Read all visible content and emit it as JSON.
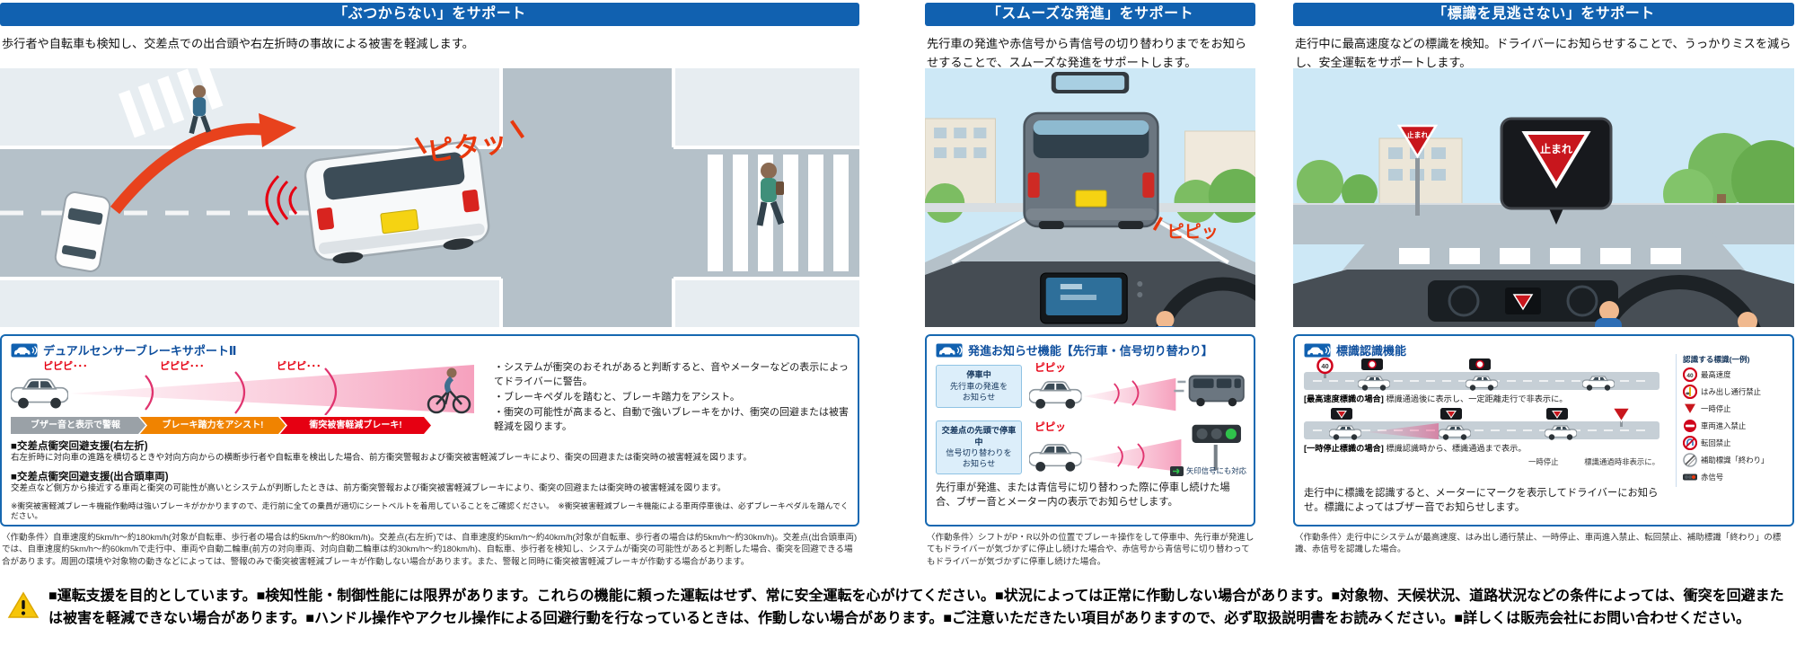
{
  "meta": {
    "accent_blue": "#1161b0",
    "alert_red": "#e60012",
    "assist_orange": "#f08300"
  },
  "col1": {
    "header": "「ぶつからない」をサポート",
    "description": "歩行者や自転車も検知し、交差点での出合頭や右左折時の事故による被害を軽減します。",
    "illus": {
      "pita": "ピタッ"
    },
    "box": {
      "title": "デュアルセンサーブレーキサポートⅡ",
      "beep1": "ピピピ･･･",
      "beep2": "ピピピ･･･",
      "beep3": "ピピピ･･･",
      "stage1": "ブザー音と表示で警報",
      "stage2": "ブレーキ踏力をアシスト!",
      "stage3": "衝突被害軽減ブレーキ!",
      "bullet1": "・システムが衝突のおそれがあると判断すると、音やメーターなどの表示によってドライバーに警告。",
      "bullet2": "・ブレーキペダルを踏むと、ブレーキ踏力をアシスト。",
      "bullet3": "・衝突の可能性が高まると、自動で強いブレーキをかけ、衝突の回避または被害軽減を図ります。",
      "sec1_h": "■交差点衝突回避支援(右左折)",
      "sec1_b": "右左折時に対向車の進路を横切るときや対向方向からの横断歩行者や自転車を検出した場合、前方衝突警報および衝突被害軽減ブレーキにより、衝突の回避または衝突時の被害軽減を図ります。",
      "sec2_h": "■交差点衝突回避支援(出合頭車両)",
      "sec2_b": "交差点など側方から接近する車両と衝突の可能性が高いとシステムが判断したときは、前方衝突警報および衝突被害軽減ブレーキにより、衝突の回避または衝突時の被害軽減を図ります。",
      "note": "※衝突被害軽減ブレーキ機能作動時は強いブレーキがかかりますので、走行前に全ての乗員が適切にシートベルトを着用していることをご確認ください。　※衝突被害軽減ブレーキ機能による車両停車後は、必ずブレーキペダルを踏んでください。"
    },
    "fine_print": "〈作動条件〉自車速度約5km/h～約180km/h(対象が自転車、歩行者の場合は約5km/h～約80km/h)。交差点(右左折)では、自車速度約5km/h～約40km/h(対象が自転車、歩行者の場合は約5km/h～約30km/h)。交差点(出合頭車両)では、自車速度約5km/h～約60km/hで走行中、車両や自動二輪車(前方の対向車両、対向自動二輪車は約30km/h～約180km/h)、自転車、歩行者を検知し、システムが衝突の可能性があると判断した場合、衝突を回避できる場合があります。周囲の環境や対象物の動きなどによっては、警報のみで衝突被害軽減ブレーキが作動しない場合があります。また、警報と同時に衝突被害軽減ブレーキが作動する場合があります。"
  },
  "col2": {
    "header": "「スムーズな発進」をサポート",
    "description": "先行車の発進や赤信号から青信号の切り替わりまでをお知らせすることで、スムーズな発進をサポートします。",
    "illus": {
      "beep": "ピピッ"
    },
    "box": {
      "title": "発進お知らせ機能【先行車・信号切り替わり】",
      "row1_l1": "停車中",
      "row1_l2": "先行車の発進を",
      "row1_l3": "お知らせ",
      "row1_beep": "ピピッ",
      "row2_l1": "交差点の先頭で停車中",
      "row2_l2": "信号切り替わりを",
      "row2_l3": "お知らせ",
      "row2_beep": "ピピッ",
      "row2_note": "矢印信号にも対応",
      "body": "先行車が発進、または青信号に切り替わった際に停車し続けた場合、ブザー音とメーター内の表示でお知らせします。"
    },
    "fine_print": "〈作動条件〉シフトがP・R以外の位置でブレーキ操作をして停車中、先行車が発進してもドライバーが気づかずに停止し続けた場合や、赤信号から青信号に切り替わってもドライバーが気づかずに停車し続けた場合。"
  },
  "col3": {
    "header": "「標識を見逃さない」をサポート",
    "description": "走行中に最高速度などの標識を検知。ドライバーにお知らせすることで、うっかりミスを減らし、安全運転をサポートします。",
    "illus": {
      "stop_sign": "止まれ"
    },
    "box": {
      "title": "標識認識機能",
      "legend_title": "認識する標識(一例)",
      "legend": [
        {
          "label": "最高速度"
        },
        {
          "label": "はみ出し通行禁止"
        },
        {
          "label": "一時停止"
        },
        {
          "label": "車両進入禁止"
        },
        {
          "label": "転回禁止"
        },
        {
          "label": "補助標識「終わり」"
        },
        {
          "label": "赤信号"
        }
      ],
      "speed_value": "40",
      "caption1_tag": "[最高速度標識の場合]",
      "caption1": "標識通過後に表示し、一定距離走行で非表示に。",
      "caption2_tag": "[一時停止標識の場合]",
      "caption2": "標識認識時から、標識通過まで表示。",
      "sub_left": "一時停止",
      "sub_right": "標識通過時非表示に。",
      "body": "走行中に標識を認識すると、メーターにマークを表示してドライバーにお知らせ。標識によってはブザー音でお知らせします。"
    },
    "fine_print": "〈作動条件〉走行中にシステムが最高速度、はみ出し通行禁止、一時停止、車両進入禁止、転回禁止、補助標識「終わり」の標識、赤信号を認識した場合。"
  },
  "footer": {
    "text": "■運転支援を目的としています。■検知性能・制御性能には限界があります。これらの機能に頼った運転はせず、常に安全運転を心がけてください。■状況によっては正常に作動しない場合があります。■対象物、天候状況、道路状況などの条件によっては、衝突を回避または被害を軽減できない場合があります。■ハンドル操作やアクセル操作による回避行動を行なっているときは、作動しない場合があります。■ご注意いただきたい項目がありますので、必ず取扱説明書をお読みください。■詳しくは販売会社にお問い合わせください。"
  }
}
